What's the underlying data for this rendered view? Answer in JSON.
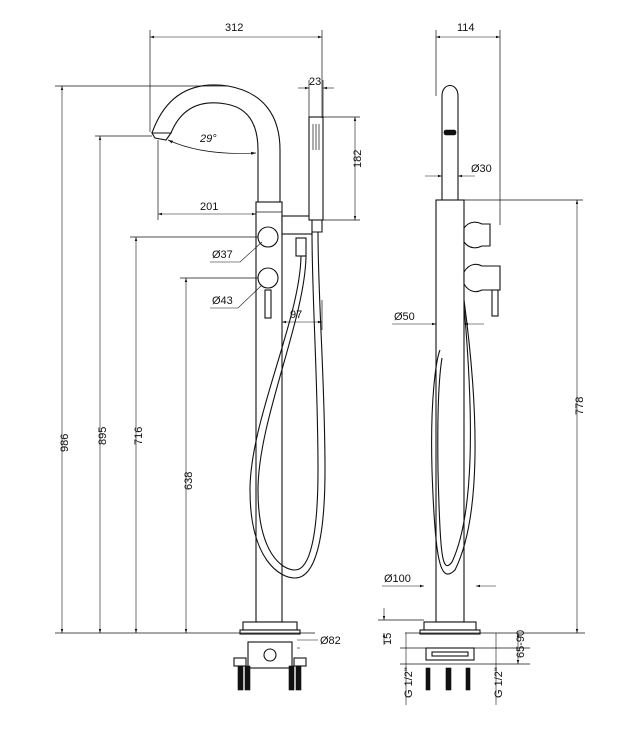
{
  "front_view": {
    "dim_total_reach": "312",
    "dim_handshower_diameter": "23",
    "dim_handshower_length": "182",
    "dim_spout_angle": "29°",
    "dim_spout_projection": "201",
    "dim_lever1_diameter": "Ø37",
    "dim_lever2_diameter": "Ø43",
    "dim_holder_offset": "97",
    "dim_total_height": "986",
    "dim_spout_height": "895",
    "dim_upper_lever_height": "716",
    "dim_lower_lever_height": "638",
    "dim_base_diameter": "Ø82"
  },
  "side_view": {
    "dim_depth": "114",
    "dim_spout_diameter": "Ø30",
    "dim_body_diameter": "Ø50",
    "dim_body_height": "778",
    "dim_flange_diameter": "Ø100",
    "dim_flange_thickness": "15",
    "dim_floor_depth": "65-90",
    "dim_thread_left": "G 1/2\"",
    "dim_thread_right": "G 1/2\""
  }
}
